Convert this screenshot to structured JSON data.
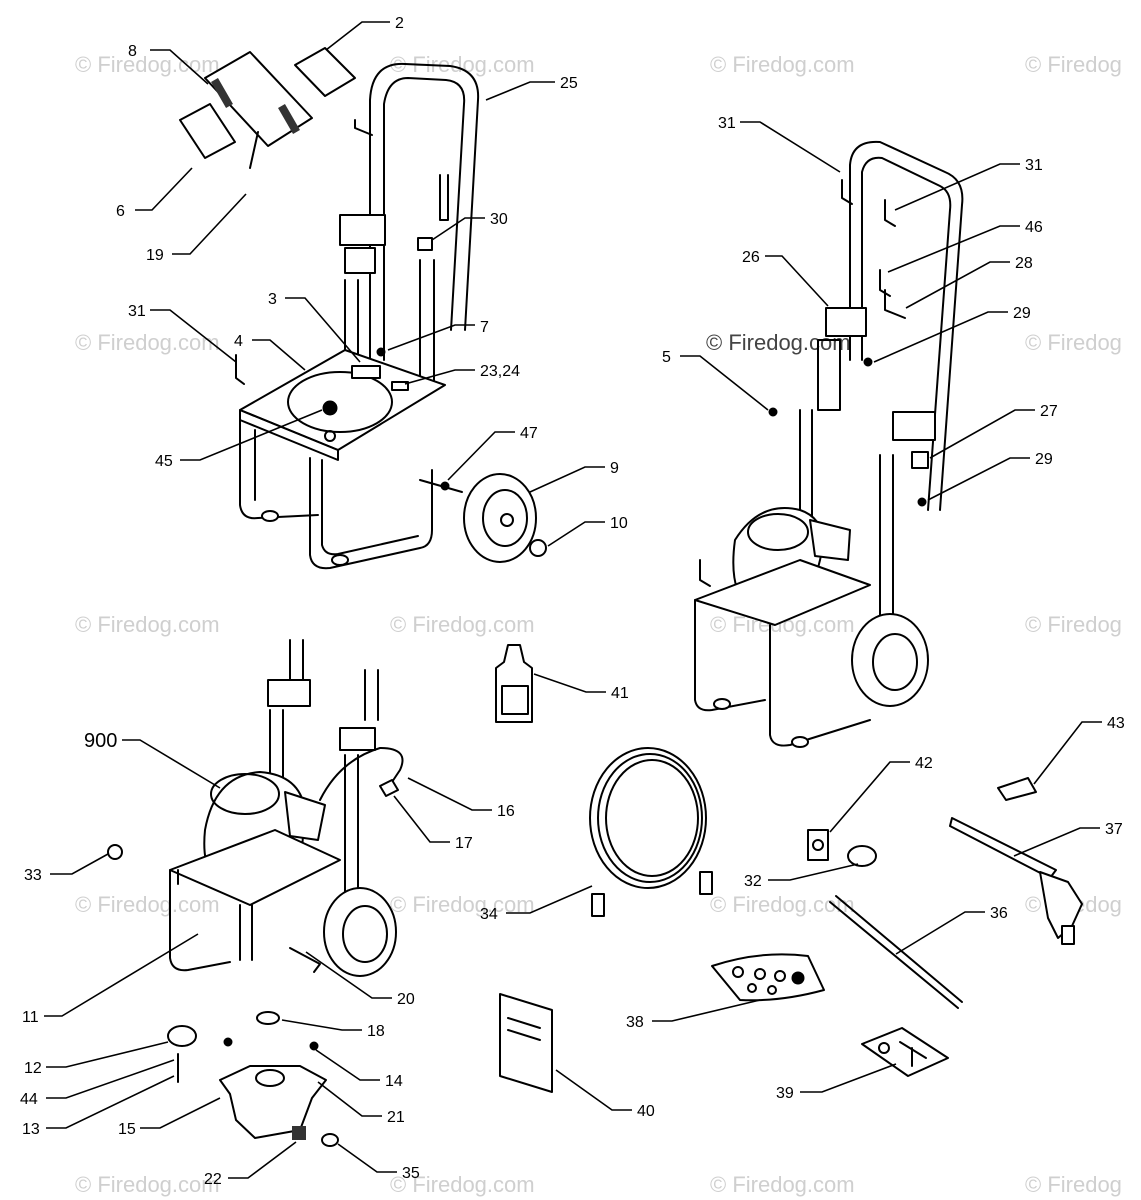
{
  "watermarks": [
    {
      "text": "© Firedog.com"
    },
    {
      "text": "© Firedog.com"
    },
    {
      "text": "© Firedog"
    },
    {
      "text": "© Firedog.com"
    },
    {
      "text": "© Firedog.com"
    },
    {
      "text": "© Firedog"
    },
    {
      "text": "© Firedog.com"
    },
    {
      "text": "© Firedog.com"
    },
    {
      "text": "© Firedog.com"
    },
    {
      "text": "© Firedog"
    },
    {
      "text": "© Firedog.com"
    },
    {
      "text": "© Firedog.com"
    },
    {
      "text": "© Firedog.com"
    },
    {
      "text": "© Firedog"
    },
    {
      "text": "© Firedog.com"
    },
    {
      "text": "© Firedog.com"
    },
    {
      "text": "© Firedog.com"
    },
    {
      "text": "© Firedog"
    },
    {
      "text": "© Firedog.com"
    }
  ],
  "callouts": [
    {
      "label": "2"
    },
    {
      "label": "8"
    },
    {
      "label": "25"
    },
    {
      "label": "6"
    },
    {
      "label": "19"
    },
    {
      "label": "30"
    },
    {
      "label": "3"
    },
    {
      "label": "31"
    },
    {
      "label": "4"
    },
    {
      "label": "7"
    },
    {
      "label": "23,24"
    },
    {
      "label": "45"
    },
    {
      "label": "47"
    },
    {
      "label": "9"
    },
    {
      "label": "10"
    },
    {
      "label": "31"
    },
    {
      "label": "31"
    },
    {
      "label": "46"
    },
    {
      "label": "26"
    },
    {
      "label": "28"
    },
    {
      "label": "29"
    },
    {
      "label": "5"
    },
    {
      "label": "27"
    },
    {
      "label": "29"
    },
    {
      "label": "41"
    },
    {
      "label": "900"
    },
    {
      "label": "16"
    },
    {
      "label": "17"
    },
    {
      "label": "33"
    },
    {
      "label": "34"
    },
    {
      "label": "20"
    },
    {
      "label": "11"
    },
    {
      "label": "18"
    },
    {
      "label": "12"
    },
    {
      "label": "44"
    },
    {
      "label": "14"
    },
    {
      "label": "13"
    },
    {
      "label": "21"
    },
    {
      "label": "15"
    },
    {
      "label": "22"
    },
    {
      "label": "35"
    },
    {
      "label": "43"
    },
    {
      "label": "42"
    },
    {
      "label": "37"
    },
    {
      "label": "32"
    },
    {
      "label": "36"
    },
    {
      "label": "38"
    },
    {
      "label": "39"
    },
    {
      "label": "40"
    }
  ]
}
